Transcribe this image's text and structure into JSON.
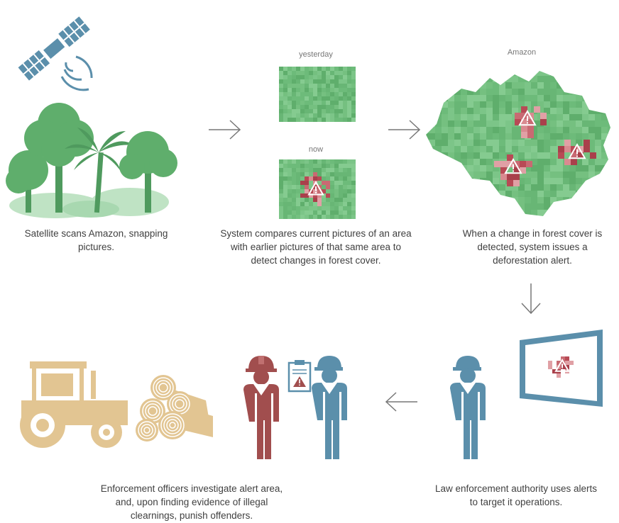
{
  "labels": {
    "yesterday": "yesterday",
    "now": "now",
    "amazon": "Amazon"
  },
  "captions": {
    "satellite": "Satellite scans Amazon, snapping pictures.",
    "compare": "System compares current pictures of an area with earlier pictures of that same area to detect changes in forest cover.",
    "alert": "When a change in forest cover is detected, system issues a deforestation alert.",
    "law": "Law enforcement authority uses alerts to target it operations.",
    "enforcement": "Enforcement officers investigate alert area, and, upon finding evidence of illegal clearnings, punish offenders."
  },
  "colors": {
    "forest_green": "#6dbb7a",
    "forest_green_dark": "#4f9a5e",
    "tree_light": "#a8d8b0",
    "alert_red": "#b84a55",
    "alert_light": "#d98a90",
    "satellite_blue": "#5b8fab",
    "person_blue": "#5b8fab",
    "person_red": "#a14e4e",
    "tan": "#e2c592",
    "arrow_gray": "#777777"
  },
  "icons": [
    "satellite-icon",
    "trees-icon",
    "map-icon",
    "monitor-icon",
    "person-icon",
    "tractor-icon",
    "logs-icon",
    "warning-icon",
    "clipboard-icon"
  ]
}
